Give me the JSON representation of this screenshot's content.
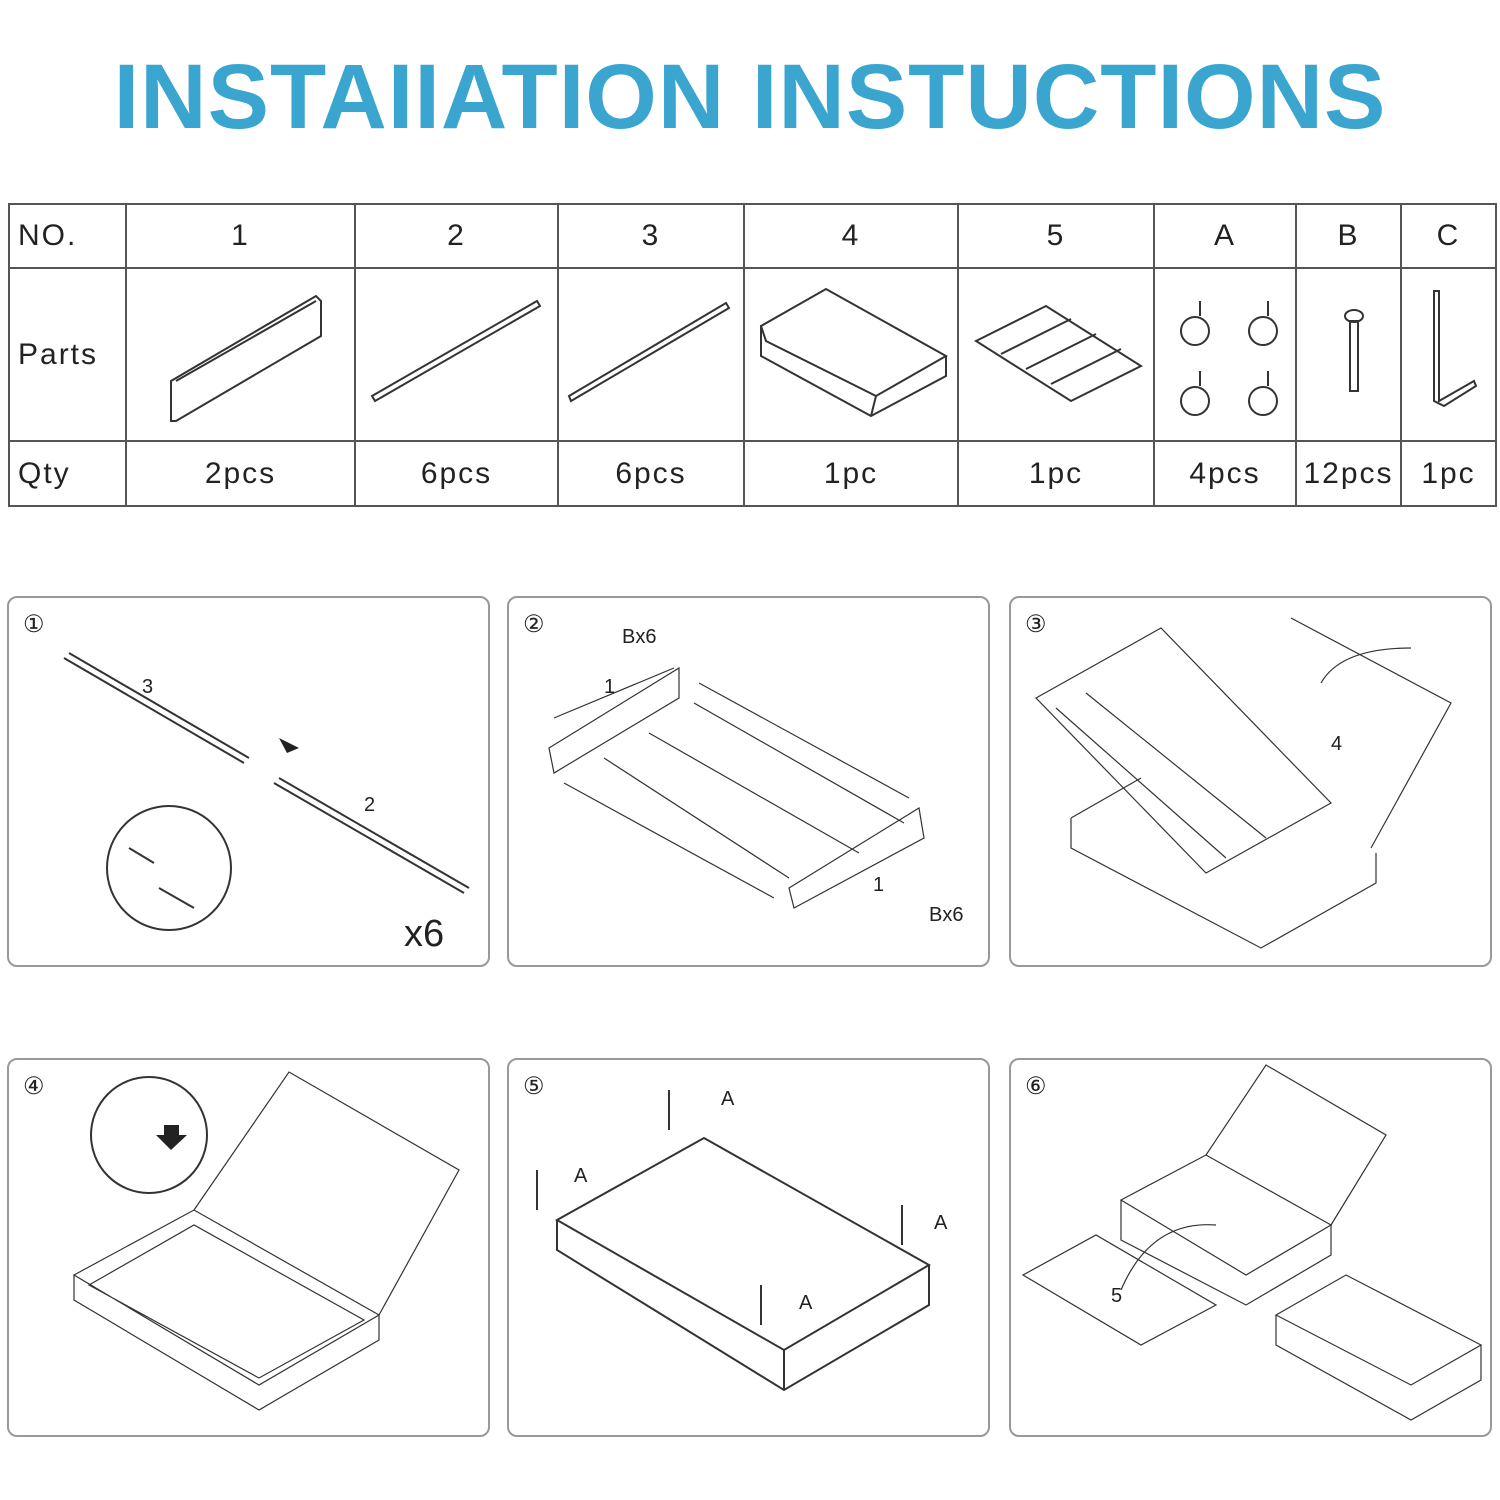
{
  "title": "INSTAIIATION INSTUCTIONS",
  "table": {
    "row_labels": [
      "NO.",
      "Parts",
      "Qty"
    ],
    "columns": [
      {
        "no": "1",
        "qty": "2pcs"
      },
      {
        "no": "2",
        "qty": "6pcs"
      },
      {
        "no": "3",
        "qty": "6pcs"
      },
      {
        "no": "4",
        "qty": "1pc"
      },
      {
        "no": "5",
        "qty": "1pc"
      },
      {
        "no": "A",
        "qty": "4pcs"
      },
      {
        "no": "B",
        "qty": "12pcs"
      },
      {
        "no": "C",
        "qty": "1pc"
      }
    ]
  },
  "steps": [
    {
      "num": "①",
      "labels": [
        "3",
        "2",
        "x6"
      ]
    },
    {
      "num": "②",
      "labels": [
        "Bx6",
        "1",
        "1",
        "Bx6"
      ]
    },
    {
      "num": "③",
      "labels": [
        "4"
      ]
    },
    {
      "num": "④",
      "labels": []
    },
    {
      "num": "⑤",
      "labels": [
        "A",
        "A",
        "A",
        "A"
      ]
    },
    {
      "num": "⑥",
      "labels": [
        "5"
      ]
    }
  ],
  "colors": {
    "title": "#3aa6d0"
  }
}
